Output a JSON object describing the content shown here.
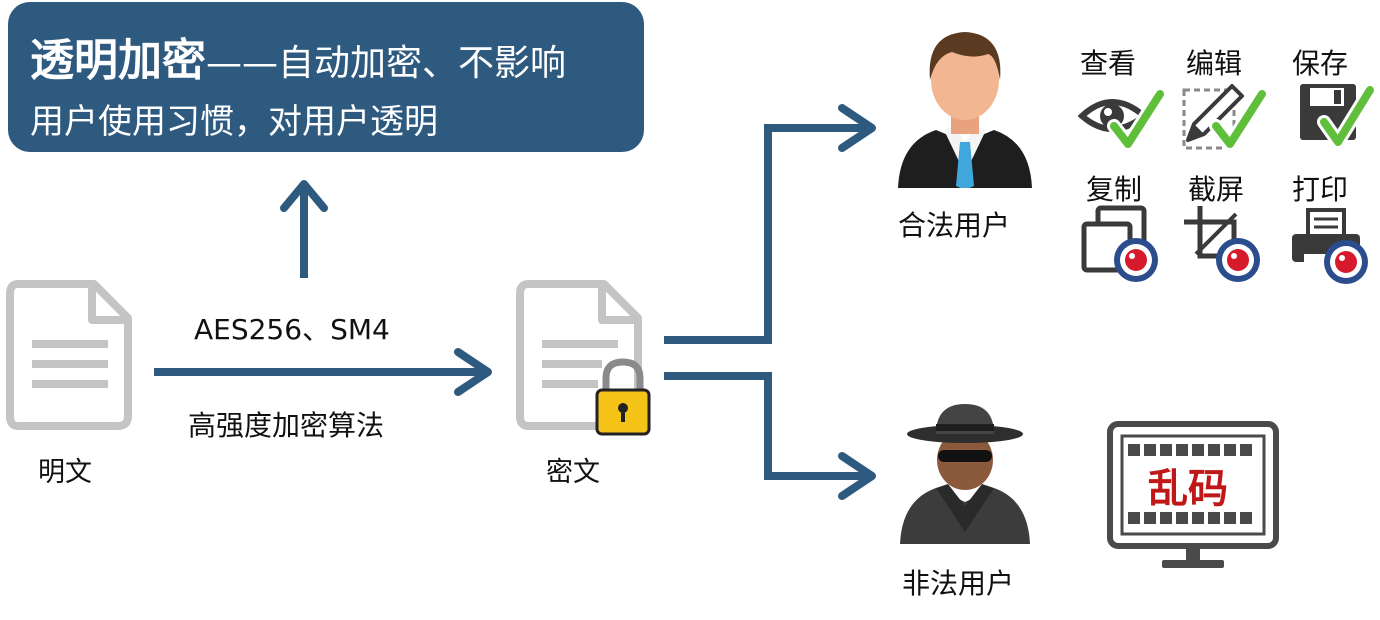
{
  "banner": {
    "title": "透明加密",
    "subtitle": "——自动加密、不影响",
    "line2": "用户使用习惯，对用户透明"
  },
  "flow": {
    "plaintext_label": "明文",
    "algorithm_label": "AES256、SM4",
    "strength_label": "高强度加密算法",
    "ciphertext_label": "密文"
  },
  "legal_user": {
    "label": "合法用户",
    "permissions": [
      {
        "label": "查看",
        "icon": "eye-check-icon"
      },
      {
        "label": "编辑",
        "icon": "pencil-check-icon"
      },
      {
        "label": "保存",
        "icon": "floppy-check-icon"
      },
      {
        "label": "复制",
        "icon": "copy-blocked-icon"
      },
      {
        "label": "截屏",
        "icon": "screenshot-blocked-icon"
      },
      {
        "label": "打印",
        "icon": "print-blocked-icon"
      }
    ]
  },
  "illegal_user": {
    "label": "非法用户",
    "garbled_text": "乱码"
  },
  "colors": {
    "banner": "#2f5a80",
    "arrow": "#2f5a80",
    "doc_gray": "#c4c4c4",
    "check_green": "#5fbf3a",
    "block_red": "#d71a2b",
    "garbled_red": "#c01818"
  }
}
